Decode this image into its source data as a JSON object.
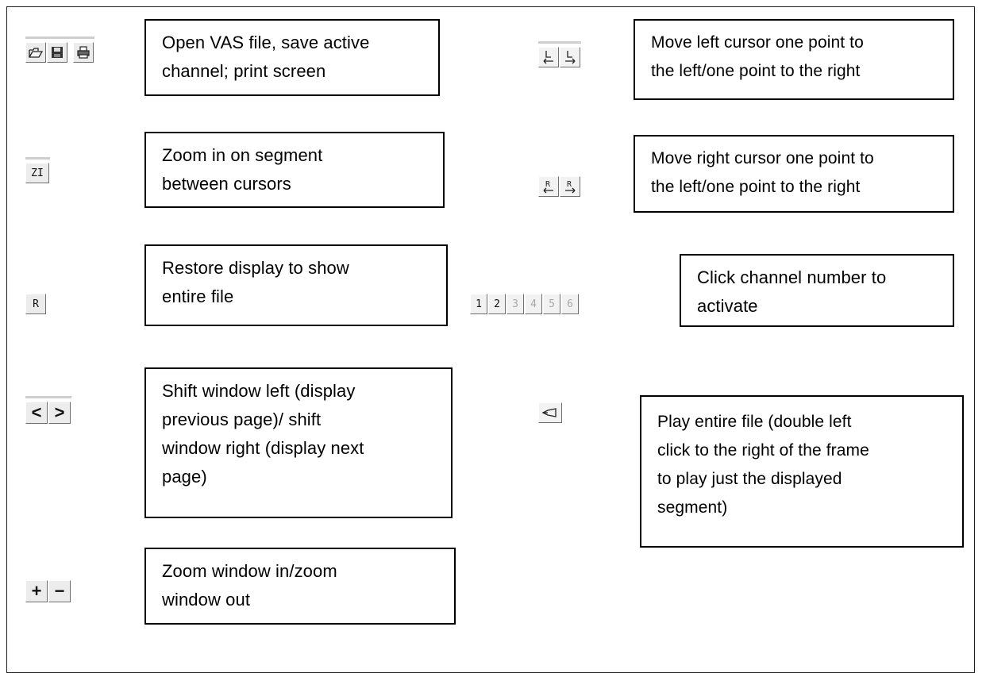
{
  "rows": {
    "open_save_print": {
      "text": "Open VAS file, save active\nchannel; print screen",
      "icons": [
        "open-folder-icon",
        "save-floppy-icon",
        "print-icon"
      ]
    },
    "zoom_in_segment": {
      "text": "Zoom in on segment\nbetween cursors",
      "button_label": "ZI"
    },
    "restore_display": {
      "text": "Restore display to show\nentire file",
      "button_label": "R"
    },
    "shift_window": {
      "text": "Shift window left (display\nprevious page)/ shift\nwindow right (display next\npage)",
      "left_label": "<",
      "right_label": ">"
    },
    "zoom_window": {
      "text": "Zoom window in/zoom\nwindow out",
      "plus_label": "+",
      "minus_label": "−"
    },
    "left_cursor": {
      "text": "Move left cursor one point to\nthe left/one point to the right",
      "icons": [
        "left-cursor-left-icon",
        "left-cursor-right-icon"
      ]
    },
    "right_cursor": {
      "text": "Move right cursor one point to\nthe left/one point to the right",
      "icons": [
        "right-cursor-left-icon",
        "right-cursor-right-icon"
      ]
    },
    "channels": {
      "text": "Click channel number to\nactivate",
      "numbers": [
        "1",
        "2",
        "3",
        "4",
        "5",
        "6"
      ],
      "active_count": 2
    },
    "play": {
      "text": "Play entire file (double left\nclick to the right of the frame\nto play just the displayed\nsegment)",
      "icon": "speaker-play-icon"
    }
  }
}
